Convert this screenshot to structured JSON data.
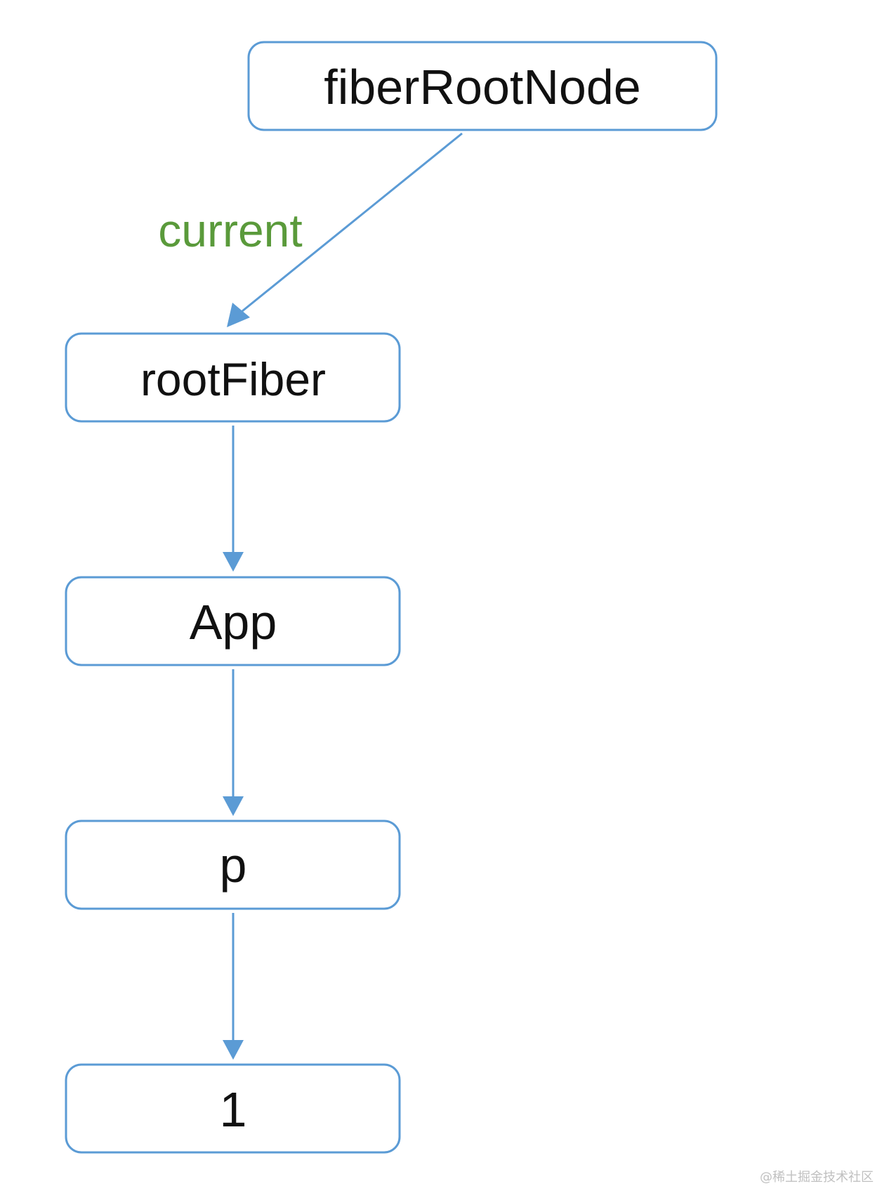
{
  "colors": {
    "node_border": "#5b9bd5",
    "edge": "#5b9bd5",
    "edge_label": "#5a9a3b",
    "text": "#111111"
  },
  "nodes": {
    "fiber_root_node": "fiberRootNode",
    "root_fiber": "rootFiber",
    "app": "App",
    "p": "p",
    "one": "1"
  },
  "edges": {
    "current": "current"
  },
  "watermark": "@稀土掘金技术社区"
}
